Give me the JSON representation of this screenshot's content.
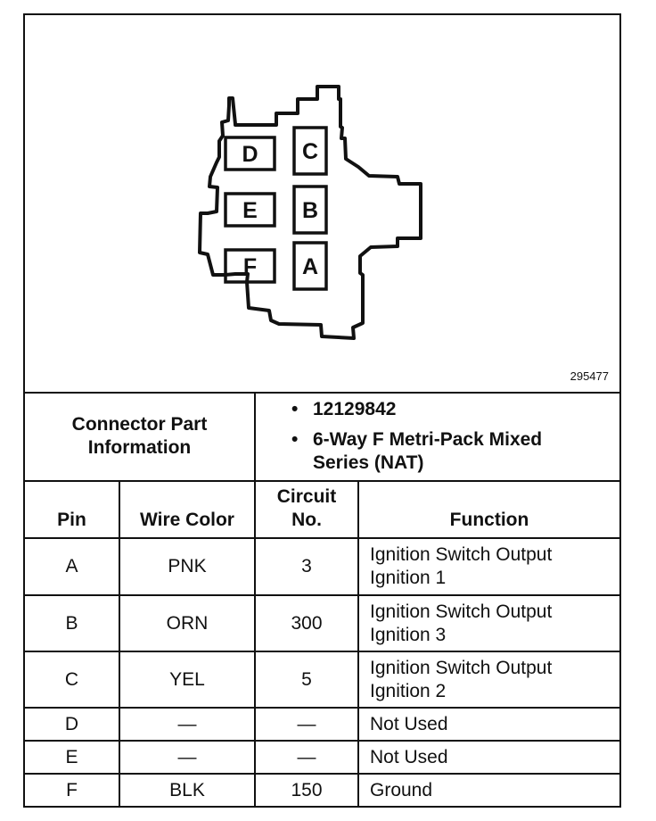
{
  "figure_id": "295477",
  "connector": {
    "cavities": [
      "D",
      "C",
      "E",
      "B",
      "F",
      "A"
    ]
  },
  "info": {
    "label_line1": "Connector Part",
    "label_line2": "Information",
    "part_number": "12129842",
    "description_line1": "6-Way F Metri-Pack Mixed",
    "description_line2": "Series (NAT)"
  },
  "headers": {
    "pin": "Pin",
    "wire_color": "Wire Color",
    "circuit_line1": "Circuit",
    "circuit_line2": "No.",
    "function": "Function"
  },
  "rows": [
    {
      "pin": "A",
      "color": "PNK",
      "circuit": "3",
      "function": [
        "Ignition Switch Output",
        "Ignition 1"
      ]
    },
    {
      "pin": "B",
      "color": "ORN",
      "circuit": "300",
      "function": [
        "Ignition Switch Output",
        "Ignition 3"
      ]
    },
    {
      "pin": "C",
      "color": "YEL",
      "circuit": "5",
      "function": [
        "Ignition Switch Output",
        "Ignition 2"
      ]
    },
    {
      "pin": "D",
      "color": "—",
      "circuit": "—",
      "function": [
        "Not Used"
      ]
    },
    {
      "pin": "E",
      "color": "—",
      "circuit": "—",
      "function": [
        "Not Used"
      ]
    },
    {
      "pin": "F",
      "color": "BLK",
      "circuit": "150",
      "function": [
        "Ground"
      ]
    }
  ]
}
